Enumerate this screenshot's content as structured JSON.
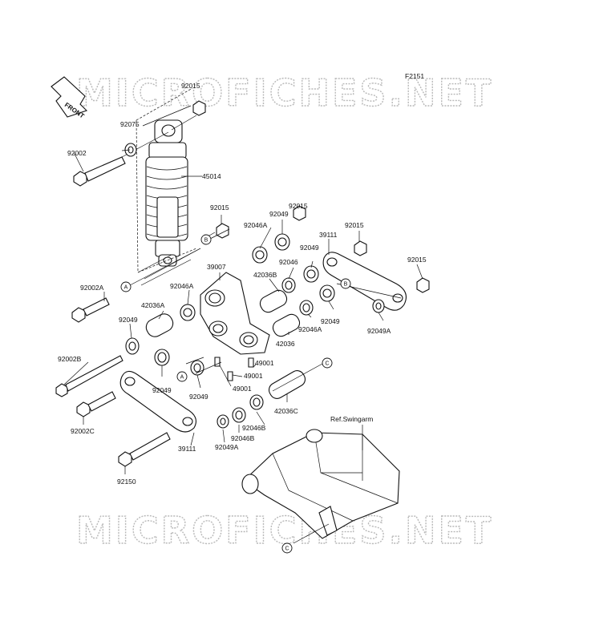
{
  "diagram_code": "F2151",
  "watermark": "MICROFICHES.NET",
  "front_arrow": "FRONT",
  "ref_label": "Ref.Swingarm",
  "labels": {
    "p92015_a": "92015",
    "p92075": "92075",
    "p92002": "92002",
    "p45014": "45014",
    "p92015_b": "92015",
    "p92002A": "92002A",
    "p92049_a": "92049",
    "p92015_c": "92015",
    "p92046A_a": "92046A",
    "p39111_a": "39111",
    "p92015_d": "92015",
    "p39007": "39007",
    "p92049_b": "92049",
    "p92046": "92046",
    "p92015_e": "92015",
    "p42036B": "42036B",
    "p92046A_b": "92046A",
    "p42036A": "42036A",
    "p92049_c": "92049",
    "p92046A_c": "92046A",
    "p92049A_a": "92049A",
    "p92049_d": "92049",
    "p42036": "42036",
    "p92002B": "92002B",
    "p49001_a": "49001",
    "p49001_b": "49001",
    "p49001_c": "49001",
    "p92049_e": "92049",
    "p92049_f": "92049",
    "p42036C": "42036C",
    "p92002C": "92002C",
    "p39111_b": "39111",
    "p92046B_a": "92046B",
    "p92046B_b": "92046B",
    "p92049A_b": "92049A",
    "p92150": "92150"
  },
  "callouts": {
    "a1": "A",
    "a2": "A",
    "b1": "B",
    "b2": "B",
    "c1": "C",
    "c2": "C"
  }
}
